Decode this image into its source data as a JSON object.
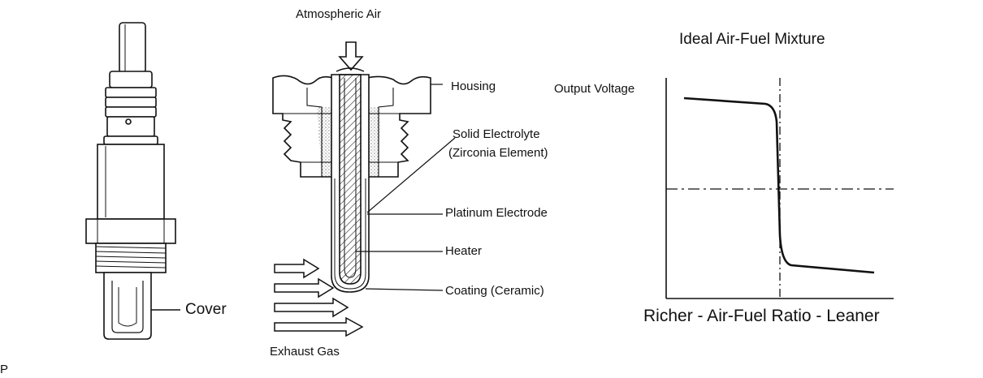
{
  "sensor": {
    "cover_label": "Cover"
  },
  "cross_section": {
    "atmospheric_air_label": "Atmospheric Air",
    "housing_label": "Housing",
    "solid_electrolyte_label_line1": "Solid  Electrolyte",
    "solid_electrolyte_label_line2": "(Zirconia Element)",
    "platinum_electrode_label": "Platinum Electrode",
    "heater_label": "Heater",
    "coating_label": "Coating (Ceramic)",
    "exhaust_gas_label": "Exhaust Gas"
  },
  "graph": {
    "title": "Ideal Air-Fuel Mixture",
    "y_axis_label": "Output Voltage",
    "x_axis_label": "Richer - Air-Fuel Ratio - Leaner"
  },
  "corner_mark": "P"
}
